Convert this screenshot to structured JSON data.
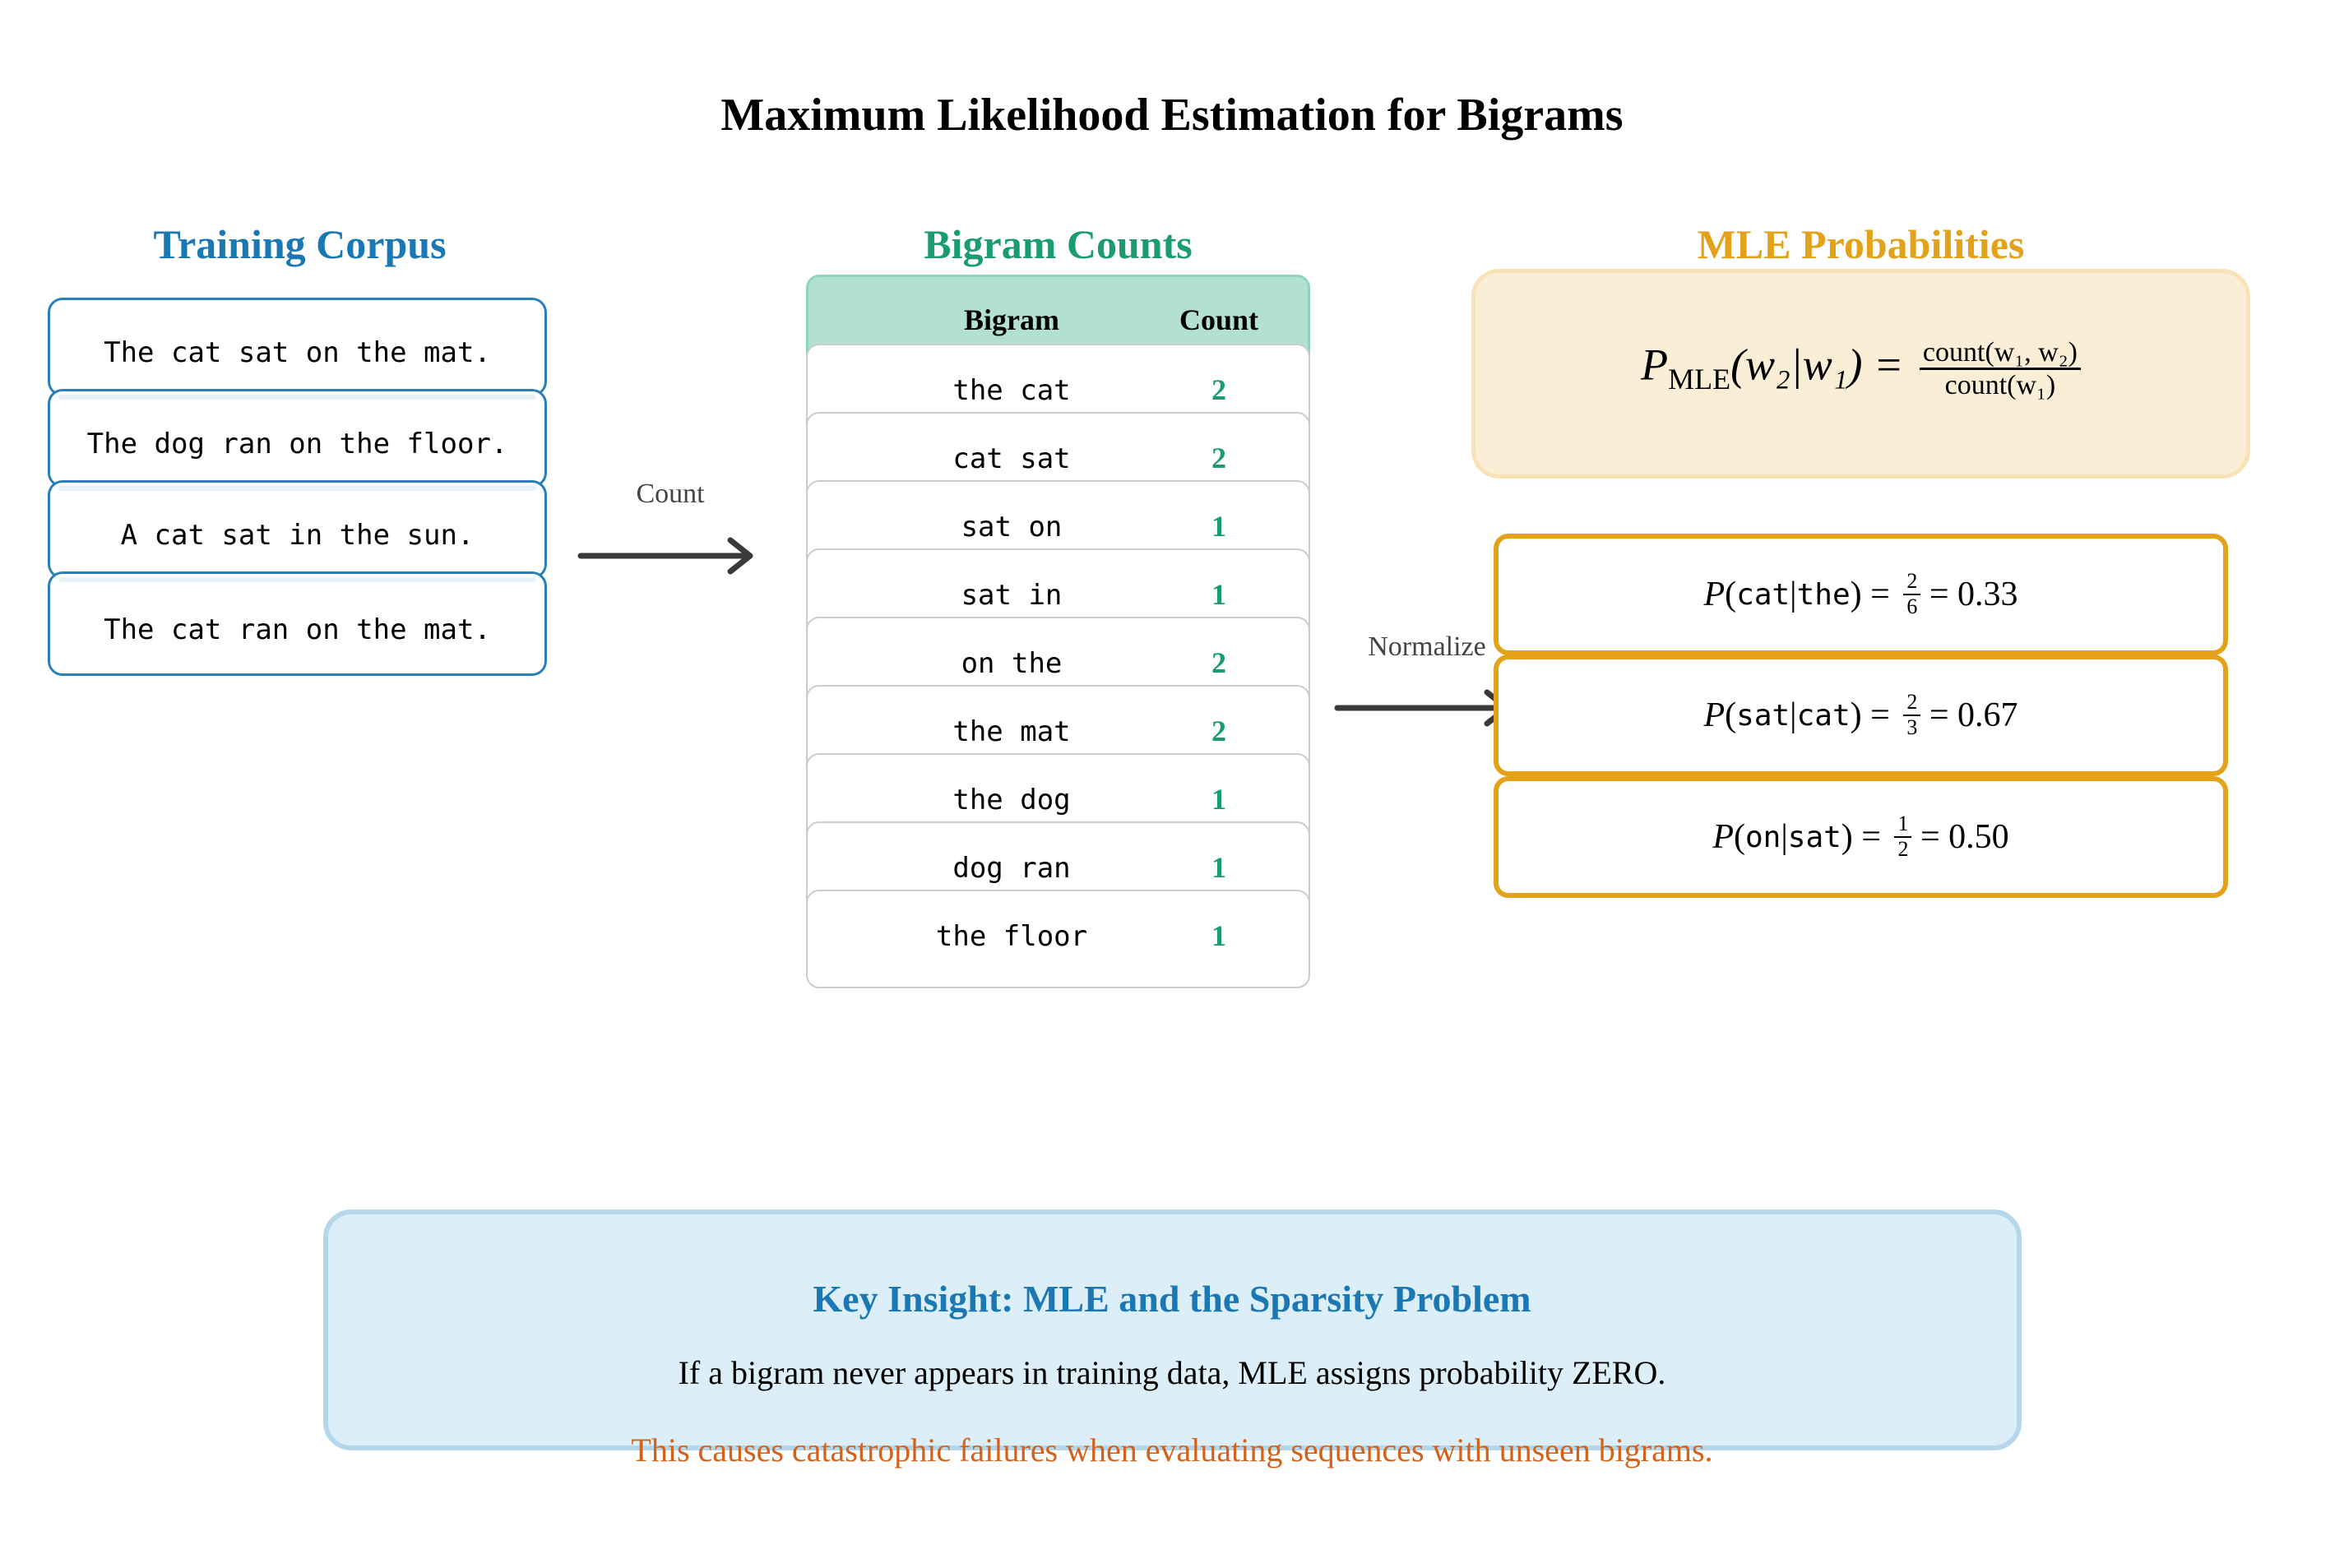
{
  "title": "Maximum Likelihood Estimation for Bigrams",
  "colors": {
    "corpus": "#1a78b4",
    "counts": "#1a9b73",
    "mle": "#e3a21a",
    "warning": "#d4621a",
    "insight_bg": "#dceef8"
  },
  "corpus": {
    "header": "Training Corpus",
    "sentences": [
      "The cat sat on the mat.",
      "The dog ran on the floor.",
      "A cat sat in the sun.",
      "The cat ran on the mat."
    ]
  },
  "arrows": {
    "count_label": "Count",
    "normalize_label": "Normalize"
  },
  "counts": {
    "header": "Bigram Counts",
    "columns": [
      "Bigram",
      "Count"
    ],
    "rows": [
      {
        "bigram": "the cat",
        "count": "2"
      },
      {
        "bigram": "cat sat",
        "count": "2"
      },
      {
        "bigram": "sat on",
        "count": "1"
      },
      {
        "bigram": "sat in",
        "count": "1"
      },
      {
        "bigram": "on the",
        "count": "2"
      },
      {
        "bigram": "the mat",
        "count": "2"
      },
      {
        "bigram": "the dog",
        "count": "1"
      },
      {
        "bigram": "dog ran",
        "count": "1"
      },
      {
        "bigram": "the floor",
        "count": "1"
      }
    ]
  },
  "mle": {
    "header": "MLE Probabilities",
    "formula": {
      "lhs": "P",
      "lhs_sub": "MLE",
      "lhs_args": "(w₂|w₁) =",
      "numerator": "count(w₁, w₂)",
      "denominator": "count(w₁)"
    },
    "examples": [
      {
        "w2": "cat",
        "w1": "the",
        "num": "2",
        "den": "6",
        "value": "0.33"
      },
      {
        "w2": "sat",
        "w1": "cat",
        "num": "2",
        "den": "3",
        "value": "0.67"
      },
      {
        "w2": "on",
        "w1": "sat",
        "num": "1",
        "den": "2",
        "value": "0.50"
      }
    ]
  },
  "insight": {
    "title": "Key Insight: MLE and the Sparsity Problem",
    "text": "If a bigram never appears in training data, MLE assigns probability ZERO.",
    "warning": "This causes catastrophic failures when evaluating sequences with unseen bigrams."
  }
}
